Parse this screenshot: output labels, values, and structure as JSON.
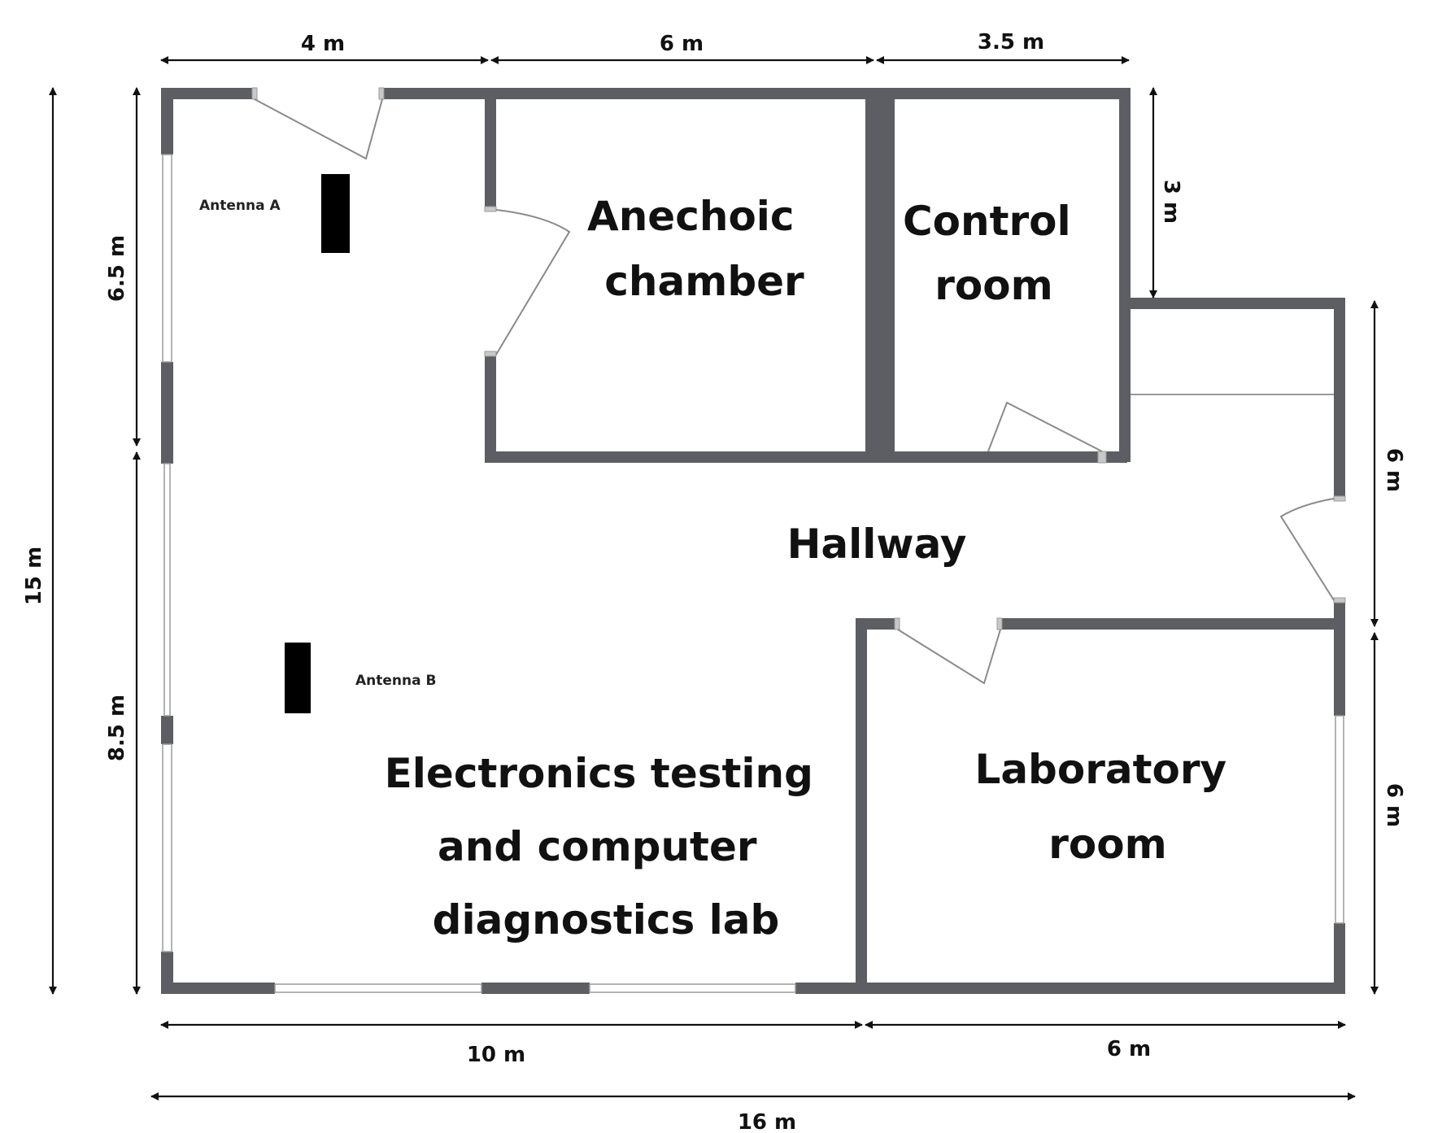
{
  "rooms": {
    "anechoic": [
      "Anechoic",
      "chamber"
    ],
    "control": [
      "Control",
      "room"
    ],
    "hallway": "Hallway",
    "electronics": [
      "Electronics testing",
      "and computer",
      "diagnostics lab"
    ],
    "laboratory": [
      "Laboratory",
      "room"
    ]
  },
  "antennas": {
    "a": "Antenna A",
    "b": "Antenna B"
  },
  "dimensions": {
    "top_left": "4 m",
    "top_mid": "6 m",
    "top_right": "3.5 m",
    "left_upper": "6.5 m",
    "left_lower": "8.5 m",
    "left_total": "15 m",
    "right_top": "3 m",
    "right_mid": "6 m",
    "right_low": "6 m",
    "bottom_left": "10 m",
    "bottom_right": "6 m",
    "bottom_total": "16 m"
  },
  "colors": {
    "wall": "#5d5e63",
    "antenna": "#000000",
    "text": "#111111"
  }
}
